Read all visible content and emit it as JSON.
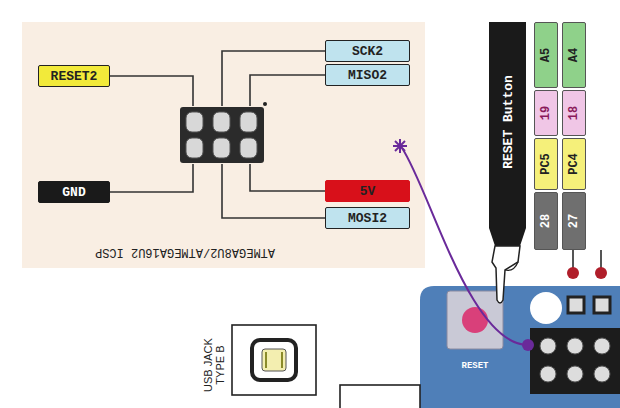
{
  "diagram": {
    "nodes": [
      {
        "text": [
          "RESET2"
        ]
      },
      {
        "text": [
          "SCK2"
        ]
      },
      {
        "text": [
          "MISO2"
        ]
      },
      {
        "text": [
          "GND"
        ]
      },
      {
        "text": [
          "5V"
        ]
      },
      {
        "text": [
          "MOSI2"
        ]
      },
      {
        "text": [
          "RESET Button"
        ]
      },
      {
        "text": [
          "A5"
        ]
      },
      {
        "text": [
          "A4"
        ]
      },
      {
        "text": [
          "19"
        ]
      },
      {
        "text": [
          "18"
        ]
      },
      {
        "text": [
          "PC5"
        ]
      },
      {
        "text": [
          "PC4"
        ]
      },
      {
        "text": [
          "28"
        ]
      },
      {
        "text": [
          "27"
        ]
      }
    ],
    "labels": [
      "ATMEGA8U2/ATMEGA16U2 ICSP",
      "USB JACK TYPE B",
      "RESET"
    ]
  }
}
